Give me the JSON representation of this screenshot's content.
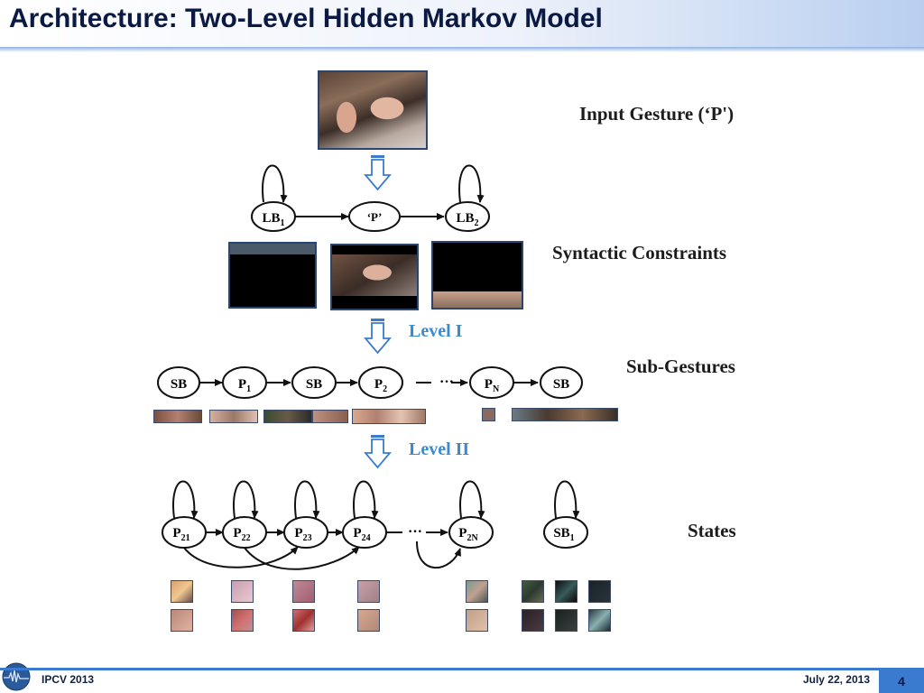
{
  "slide": {
    "title": "Architecture: Two-Level Hidden Markov Model",
    "footer_left": "IPCV 2013",
    "footer_date": "July 22, 2013",
    "page_number": "4"
  },
  "labels": {
    "input_gesture": "Input Gesture (‘P')",
    "syntactic": "Syntactic Constraints",
    "sub_gestures": "Sub-Gestures",
    "states": "States",
    "level1": "Level I",
    "level2": "Level II"
  },
  "top_nodes": [
    {
      "id": "lb1",
      "base": "LB",
      "sub": "1"
    },
    {
      "id": "p",
      "base": "‘P’",
      "sub": ""
    },
    {
      "id": "lb2",
      "base": "LB",
      "sub": "2"
    }
  ],
  "sub_nodes": [
    {
      "id": "sb-a",
      "base": "SB",
      "sub": ""
    },
    {
      "id": "p1",
      "base": "P",
      "sub": "1"
    },
    {
      "id": "sb-b",
      "base": "SB",
      "sub": ""
    },
    {
      "id": "p2",
      "base": "P",
      "sub": "2"
    },
    {
      "id": "pn",
      "base": "P",
      "sub": "N"
    },
    {
      "id": "sb-c",
      "base": "SB",
      "sub": ""
    }
  ],
  "state_nodes": [
    {
      "id": "p21",
      "base": "P",
      "sub": "21"
    },
    {
      "id": "p22",
      "base": "P",
      "sub": "22"
    },
    {
      "id": "p23",
      "base": "P",
      "sub": "23"
    },
    {
      "id": "p24",
      "base": "P",
      "sub": "24"
    },
    {
      "id": "p2n",
      "base": "P",
      "sub": "2N"
    },
    {
      "id": "sb1",
      "base": "SB",
      "sub": "1"
    }
  ],
  "ellipsis": "···",
  "colors": {
    "title_text": "#0a1a44",
    "accent_blue": "#3a7bd0",
    "level_text": "#3c8ad0"
  }
}
